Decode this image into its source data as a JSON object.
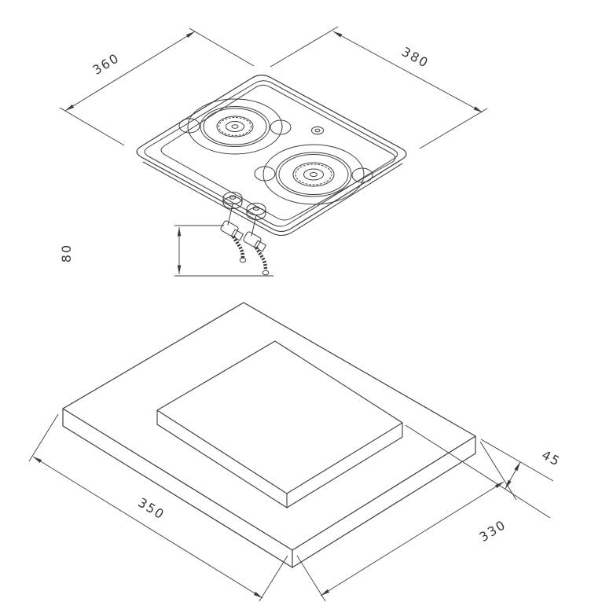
{
  "colors": {
    "background": "#ffffff",
    "line": "#3c3c3c",
    "text": "#3a3a3a"
  },
  "hob_view": {
    "dim_width": {
      "label": "360"
    },
    "dim_depth": {
      "label": "380"
    },
    "dim_height": {
      "label": "80"
    }
  },
  "cutout_view": {
    "dim_width": {
      "label": "350"
    },
    "dim_depth": {
      "label": "330"
    },
    "dim_edge": {
      "label": "45"
    }
  }
}
